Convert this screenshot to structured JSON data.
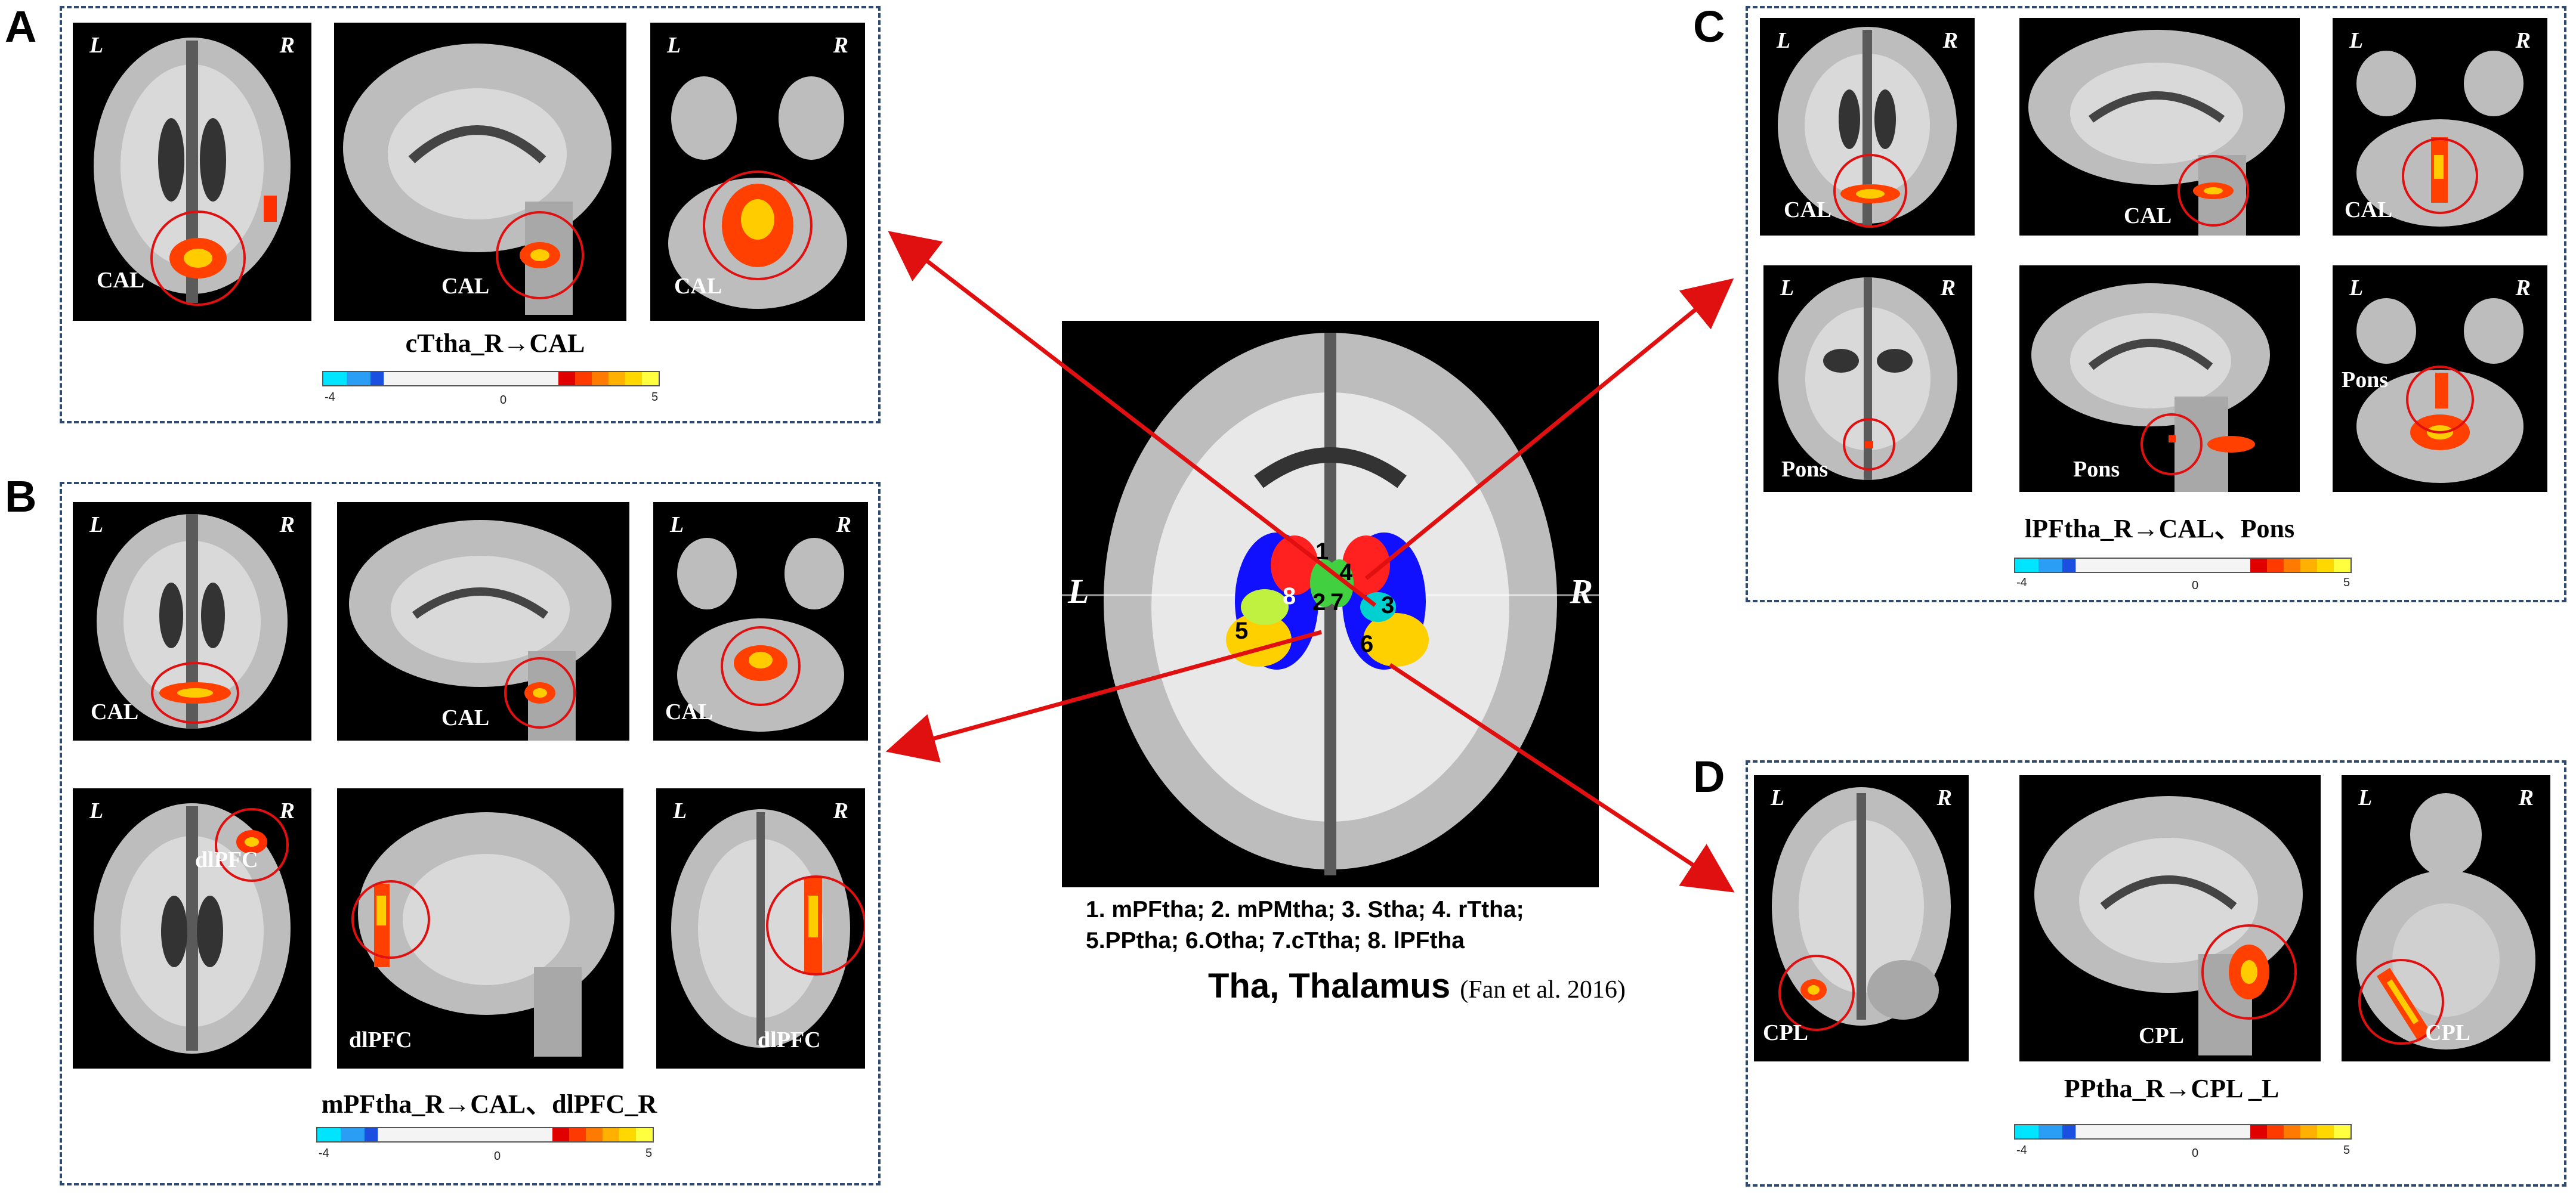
{
  "panels": {
    "A": {
      "letter": "A",
      "title": "cTtha_R→CAL",
      "orient_l": "L",
      "orient_r": "R",
      "regions": [
        "CAL",
        "CAL",
        "CAL"
      ],
      "cbar": {
        "min": "-4",
        "mid": "0",
        "max": "5"
      }
    },
    "B": {
      "letter": "B",
      "title": "mPFtha_R→CAL、dlPFC_R",
      "orient_l": "L",
      "orient_r": "R",
      "regions": [
        "CAL",
        "CAL",
        "CAL",
        "dlPFC",
        "dlPFC",
        "dlPFC"
      ],
      "cbar": {
        "min": "-4",
        "mid": "0",
        "max": "5"
      }
    },
    "C": {
      "letter": "C",
      "title": "lPFtha_R→CAL、Pons",
      "orient_l": "L",
      "orient_r": "R",
      "regions": [
        "CAL",
        "CAL",
        "CAL",
        "Pons",
        "Pons",
        "Pons"
      ],
      "cbar": {
        "min": "-4",
        "mid": "0",
        "max": "5"
      }
    },
    "D": {
      "letter": "D",
      "title": "PPtha_R→CPL _L",
      "orient_l": "L",
      "orient_r": "R",
      "regions": [
        "CPL",
        "CPL",
        "CPL"
      ],
      "cbar": {
        "min": "-4",
        "mid": "0",
        "max": "5"
      }
    }
  },
  "atlas": {
    "left_label": "L",
    "right_label": "R",
    "numbers": [
      "1",
      "2",
      "3",
      "4",
      "5",
      "6",
      "7",
      "8"
    ],
    "legend_line1": "1. mPFtha; 2. mPMtha; 3. Stha; 4. rTtha;",
    "legend_line2": "5.PPtha; 6.Otha; 7.cTtha; 8. lPFtha",
    "caption": "Tha, Thalamus",
    "citation": "(Fan et al. 2016)"
  },
  "colors": {
    "frame": "#2f4a70",
    "arrow": "#e01010",
    "roi_circle": "#e01010",
    "colorbar_neg": [
      "#00e5ff",
      "#2a9df4",
      "#1a4fe0",
      "#1010b0"
    ],
    "colorbar_pos": [
      "#e00000",
      "#ff3a00",
      "#ff7a00",
      "#ffb000",
      "#ffd800",
      "#ffff40"
    ]
  },
  "icons": [
    "brain-slice-image",
    "roi-circle",
    "colorbar",
    "arrow"
  ]
}
